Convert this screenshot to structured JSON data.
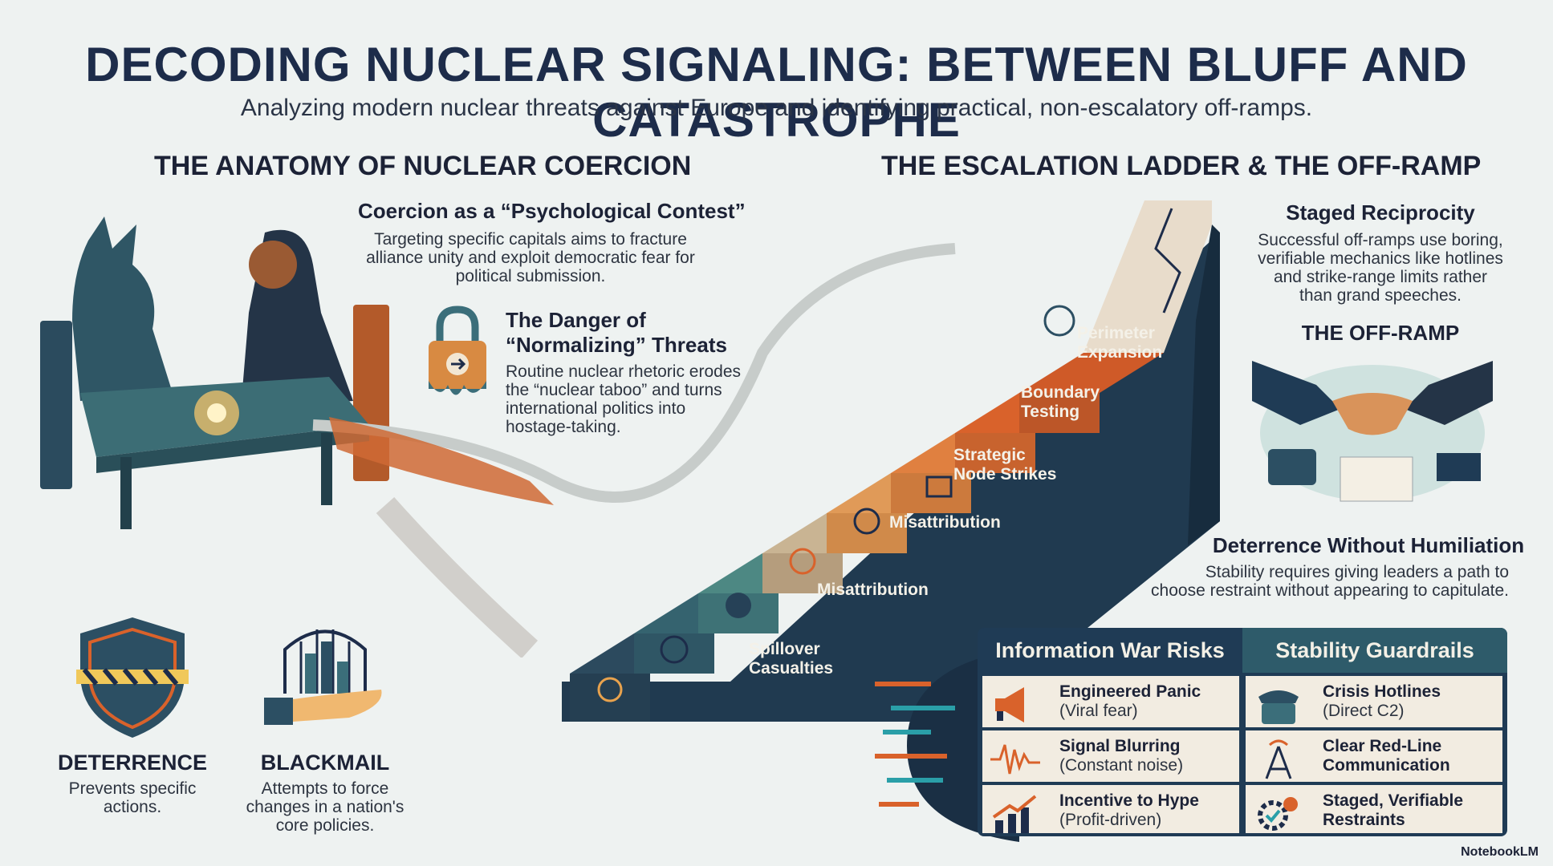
{
  "title": "DECODING NUCLEAR SIGNALING: BETWEEN BLUFF AND CATASTROPHE",
  "subtitle": "Analyzing modern nuclear threats against Europe and identifying practical, non-escalatory off-ramps.",
  "left": {
    "heading": "THE ANATOMY OF NUCLEAR COERCION",
    "contest": {
      "title": "Coercion as a “Psychological Contest”",
      "lines": [
        "Targeting specific capitals aims to fracture",
        "alliance unity and exploit democratic fear for",
        "political submission."
      ]
    },
    "danger": {
      "title_lines": [
        "The Danger of",
        "“Normalizing” Threats"
      ],
      "lines": [
        "Routine nuclear rhetoric erodes",
        "the “nuclear taboo” and turns",
        "international politics into",
        "hostage-taking."
      ]
    },
    "deterrence": {
      "title": "DETERRENCE",
      "lines": [
        "Prevents specific",
        "actions."
      ]
    },
    "blackmail": {
      "title": "BLACKMAIL",
      "lines": [
        "Attempts to force",
        "changes in a nation's",
        "core policies."
      ]
    }
  },
  "ladder": {
    "heading": "THE ESCALATION LADDER & THE OFF-RAMP",
    "steps": [
      [
        "Spillover",
        "Casualties"
      ],
      [
        "Misattribution"
      ],
      [
        "Misattribution"
      ],
      [
        "Strategic",
        "Node Strikes"
      ],
      [
        "Boundary",
        "Testing"
      ],
      [
        "Perimeter",
        "Expansion"
      ]
    ]
  },
  "right": {
    "reciprocity": {
      "title": "Staged Reciprocity",
      "lines": [
        "Successful off-ramps use boring,",
        "verifiable mechanics like hotlines",
        "and strike-range limits rather",
        "than grand speeches."
      ]
    },
    "offramp": "THE OFF-RAMP",
    "humiliation": {
      "title": "Deterrence Without Humiliation",
      "lines": [
        "Stability requires giving leaders a path to",
        "choose restraint without appearing to capitulate."
      ]
    }
  },
  "table": {
    "left_header": "Information War Risks",
    "right_header": "Stability Guardrails",
    "risks": [
      {
        "icon": "megaphone-icon",
        "title": "Engineered Panic",
        "sub": "(Viral fear)"
      },
      {
        "icon": "waveform-icon",
        "title": "Signal Blurring",
        "sub": "(Constant noise)"
      },
      {
        "icon": "profit-chart-icon",
        "title": "Incentive to Hype",
        "sub": "(Profit-driven)"
      }
    ],
    "guards": [
      {
        "icon": "telephone-icon",
        "title": "Crisis Hotlines",
        "sub": "(Direct C2)"
      },
      {
        "icon": "radio-tower-icon",
        "title": "Clear Red-Line",
        "sub": "Communication"
      },
      {
        "icon": "gear-check-icon",
        "title": "Staged, Verifiable",
        "sub": "Restraints"
      }
    ]
  },
  "badge": "NotebookLM",
  "colors": {
    "navy": "#1d2c4a",
    "orange": "#d9622b",
    "teal": "#3d7c82",
    "stair_dark": "#203a50"
  }
}
